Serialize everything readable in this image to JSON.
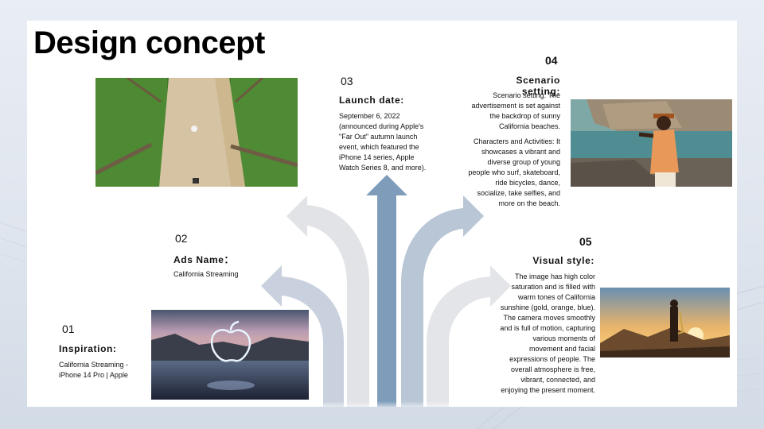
{
  "slide": {
    "title": "Design concept"
  },
  "items": [
    {
      "number": "01",
      "heading": "Inspiration:",
      "text": "California Streaming - iPhone 14 Pro | Apple",
      "image": "apple-logo-lake-image"
    },
    {
      "number": "02",
      "heading": "Ads Name：",
      "text": "California Streaming"
    },
    {
      "number": "03",
      "heading": "Launch date:",
      "text": "September 6, 2022 (announced during Apple's \"Far Out\" autumn launch event, which featured the iPhone 14 series, Apple Watch Series 8, and more).",
      "image": "aerial-palm-path-image"
    },
    {
      "number": "04",
      "heading": "Scenario setting:",
      "paragraphs": [
        "Scenario setting: The advertisement is set against the backdrop of sunny California beaches.",
        "Characters and Activities: It showcases a vibrant and diverse group of young people who surf, skateboard, ride bicycles, dance, socialize, take selfies, and more on the beach."
      ],
      "image": "beach-dancer-image"
    },
    {
      "number": "05",
      "heading": "Visual style:",
      "text": "The image has high color saturation and is filled with warm tones of California sunshine (gold, orange, blue). The camera moves smoothly and is full of motion, capturing various moments of movement and facial expressions of people. The overall atmosphere is free, vibrant, connected, and enjoying the present moment.",
      "image": "saxophone-sunset-image"
    }
  ],
  "colors": {
    "arrow_light": "#e3e4e8",
    "arrow_mid": "#c5cedb",
    "arrow_center": "#7f9db8",
    "arrow_right": "#b8c6d6"
  }
}
